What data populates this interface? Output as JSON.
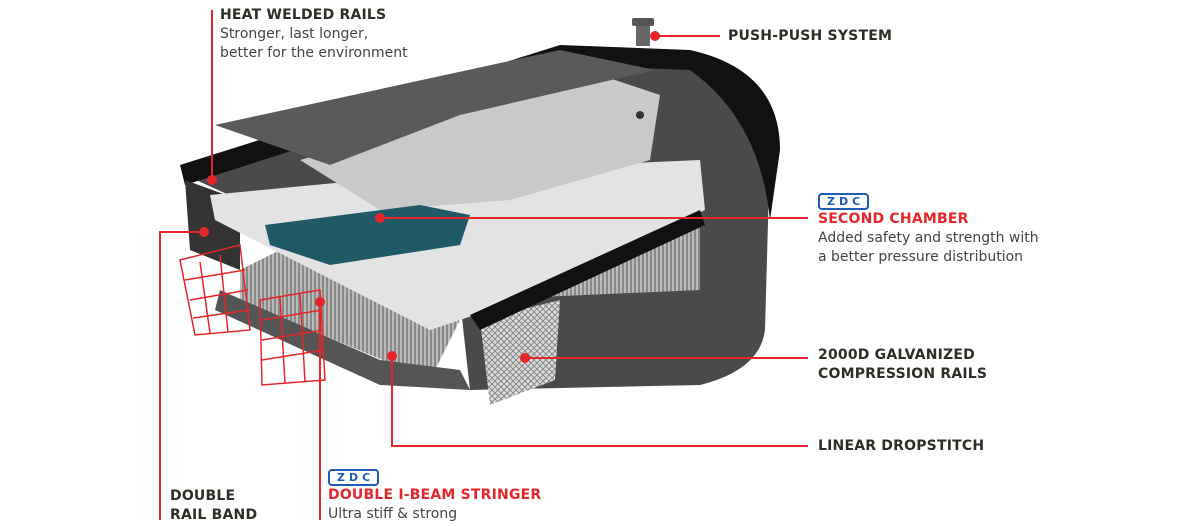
{
  "callouts": {
    "heat_welded": {
      "title": "HEAT WELDED RAILS",
      "line1": "Stronger, last longer,",
      "line2": "better for the environment"
    },
    "push_push": {
      "title": "PUSH-PUSH SYSTEM"
    },
    "second_chamber": {
      "badge": "ZDC",
      "title": "SECOND CHAMBER",
      "line1": "Added safety and strength with",
      "line2": "a better pressure distribution"
    },
    "galvanized": {
      "line1": "2000D GALVANIZED",
      "line2": "COMPRESSION RAILS"
    },
    "dropstitch": {
      "title": "LINEAR DROPSTITCH"
    },
    "rail_band": {
      "line1": "DOUBLE",
      "line2": "RAIL BAND"
    },
    "stringer": {
      "badge": "ZDC",
      "title": "DOUBLE I-BEAM STRINGER",
      "line1": "Ultra stiff & strong"
    }
  },
  "colors": {
    "accent": "#e5252a",
    "text": "#2e2d26",
    "badge": "#1d5cb8",
    "chamber": "#1f5a66"
  }
}
